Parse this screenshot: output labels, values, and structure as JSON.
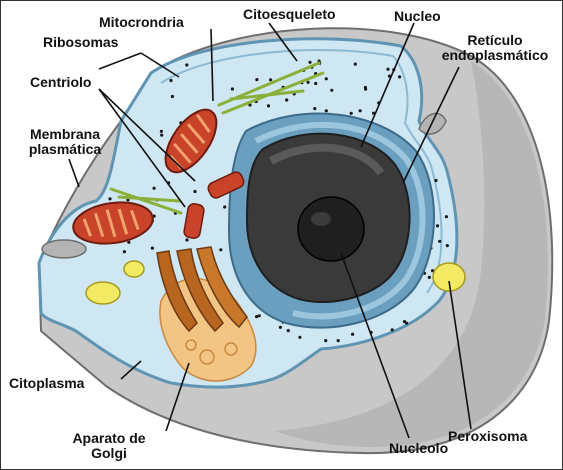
{
  "labels": {
    "mitocondria": "Mitocrondria",
    "citoesqueleto": "Citoesqueleto",
    "nucleo": "Nucleo",
    "ribosomas": "Ribosomas",
    "reticulo_line1": "Retículo",
    "reticulo_line2": "endoplasmático",
    "centriolo": "Centriolo",
    "membrana_line1": "Membrana",
    "membrana_line2": "plasmática",
    "citoplasma": "Citoplasma",
    "aparato_line1": "Aparato de",
    "aparato_line2": "Golgi",
    "nucleolo": "Nucleolo",
    "peroxisoma": "Peroxisoma"
  },
  "colors": {
    "cytoplasm": "#cfe6f3",
    "membrane": "#5f94b3",
    "outer_body": "#c8c8c8",
    "cut_face": "#aaaaaa",
    "nucleus": "#3a3a3a",
    "nucleolus": "#1f1f1f",
    "er": "#6a9fc0",
    "mitochondria": "#c8432a",
    "golgi": "#f3c585",
    "peroxisome": "#f3ea63",
    "cytoskeleton": "#8ab03a"
  }
}
